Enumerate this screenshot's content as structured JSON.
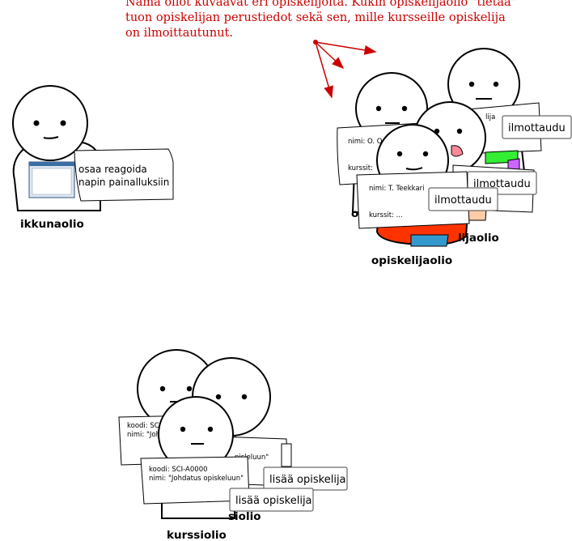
{
  "annotation": {
    "text": "Nämä oliot kuvaavat eri opiskelijoita. Kukin opiskelijaolio \"tietää\"\ntuon opiskelijan perustiedot sekä sen, mille kursseille opiskelija\non ilmoittautunut.",
    "color": "#cc0000"
  },
  "window_object": {
    "card_line1": "osaa reagoida",
    "card_line2": "napin painalluksiin",
    "caption": "ikkunaolio"
  },
  "student_objects": {
    "back_card_name": "nimi: O. O",
    "back_card_courses": "kurssit:",
    "front_card_name": "nimi: T. Teekkari",
    "front_card_courses": "kurssit: ...",
    "right_card_partial": "lija",
    "button_label": "ilmottaudu",
    "caption_behind_left": "o",
    "caption_behind_right": "lijaolio",
    "caption": "opiskelijaolio",
    "colors": {
      "red": "#ff3300",
      "green": "#33ee33",
      "purple": "#cc66ff",
      "blue": "#3399cc",
      "pink": "#ff8899"
    }
  },
  "course_objects": {
    "back_card_code": "koodi:  SCI",
    "back_card_name": "nimi: \"Joh",
    "middle_card_partial": "pisleluun\"",
    "front_card_code": "koodi:  SCI-A0000",
    "front_card_name": "nimi: \"Johdatus opiskeluun\"",
    "button_label": "lisää opiskelija",
    "caption_behind": "siolio",
    "caption": "kurssiolio"
  }
}
